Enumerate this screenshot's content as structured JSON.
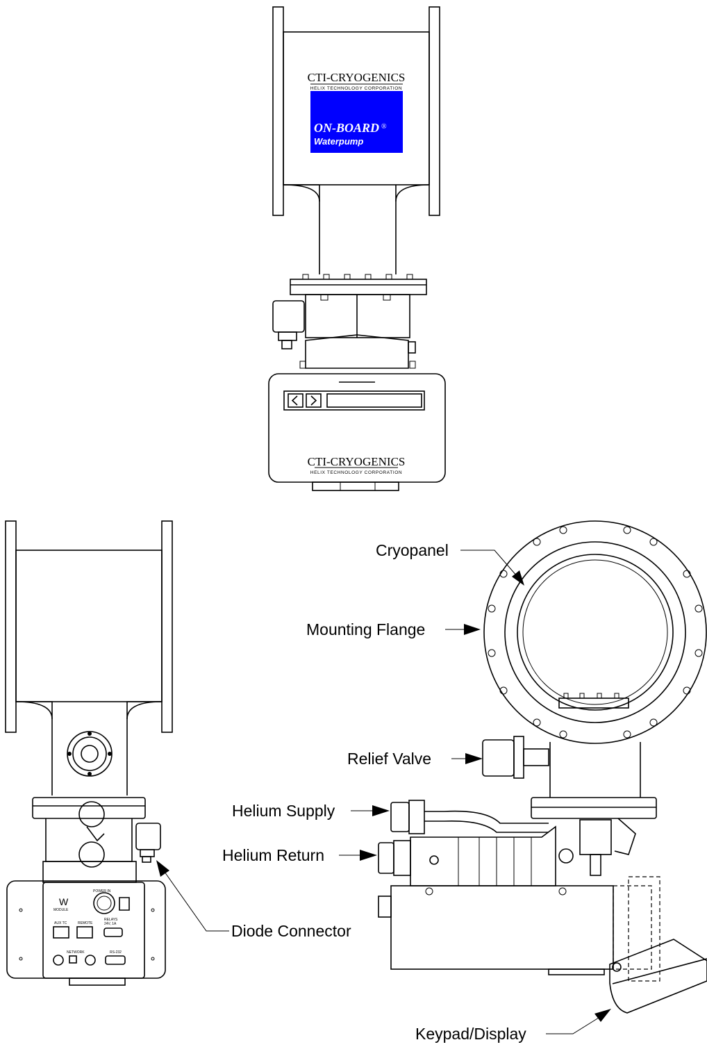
{
  "brand": {
    "name": "CTI-CRYOGENICS",
    "subtitle": "HELIX TECHNOLOGY CORPORATION",
    "label_bg": "#0000ff",
    "product_line1": "ON-BOARD",
    "registered": "®",
    "product_line2": "Waterpump"
  },
  "callouts": {
    "cryopanel": "Cryopanel",
    "mounting_flange": "Mounting Flange",
    "relief_valve": "Relief Valve",
    "helium_supply": "Helium Supply",
    "helium_return": "Helium Return",
    "diode_connector": "Diode Connector",
    "keypad_display": "Keypad/Display"
  },
  "module_panel": {
    "w_letter": "W",
    "w_module": "MODULE",
    "power_in": "POWER IN",
    "aux_tc": "AUX TC",
    "remote": "REMOTE",
    "relays": "RELAYS",
    "relays_rating": "24V, 1A",
    "network": "NETWORK",
    "rs232": "RS-232"
  }
}
